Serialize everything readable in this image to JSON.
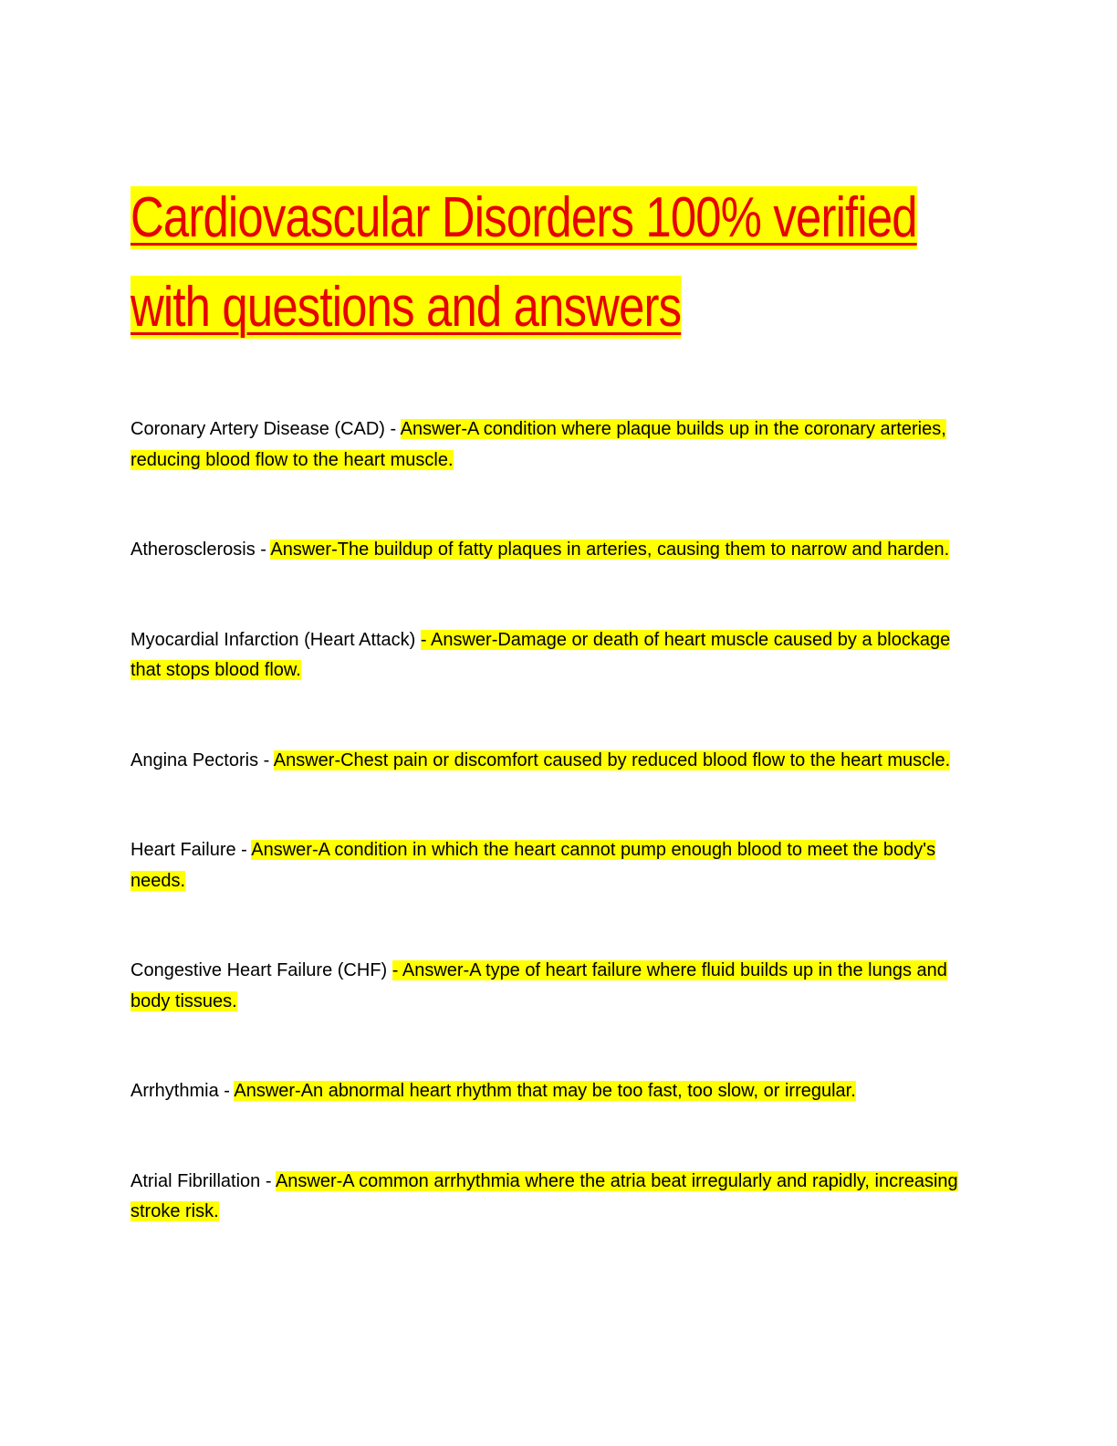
{
  "document": {
    "title": "Cardiovascular Disorders 100% verified with questions and answers",
    "items": [
      {
        "term": "Coronary Artery Disease (CAD) - ",
        "answer": "Answer-A condition where plaque builds up in the coronary arteries, reducing blood flow to the heart muscle."
      },
      {
        "term": "Atherosclerosis - ",
        "answer": "Answer-The buildup of fatty plaques in arteries, causing them to narrow and harden."
      },
      {
        "term": "Myocardial Infarction (Heart Attack) ",
        "answer": "- Answer-Damage or death of heart muscle caused by a blockage that stops blood flow."
      },
      {
        "term": "Angina Pectoris - ",
        "answer": "Answer-Chest pain or discomfort caused by reduced blood flow to the heart muscle."
      },
      {
        "term": "Heart Failure - ",
        "answer": "Answer-A condition in which the heart cannot pump enough blood to meet the body's needs."
      },
      {
        "term": "Congestive Heart Failure (CHF) ",
        "answer": "- Answer-A type of heart failure where fluid builds up in the lungs and body tissues."
      },
      {
        "term": "Arrhythmia - ",
        "answer": "Answer-An abnormal heart rhythm that may be too fast, too slow, or irregular."
      },
      {
        "term": "Atrial Fibrillation - ",
        "answer": "Answer-A common arrhythmia where the atria beat irregularly and rapidly, increasing stroke risk."
      }
    ]
  },
  "colors": {
    "highlight": "#ffff00",
    "title_text": "#e60000",
    "body_text": "#000000"
  }
}
